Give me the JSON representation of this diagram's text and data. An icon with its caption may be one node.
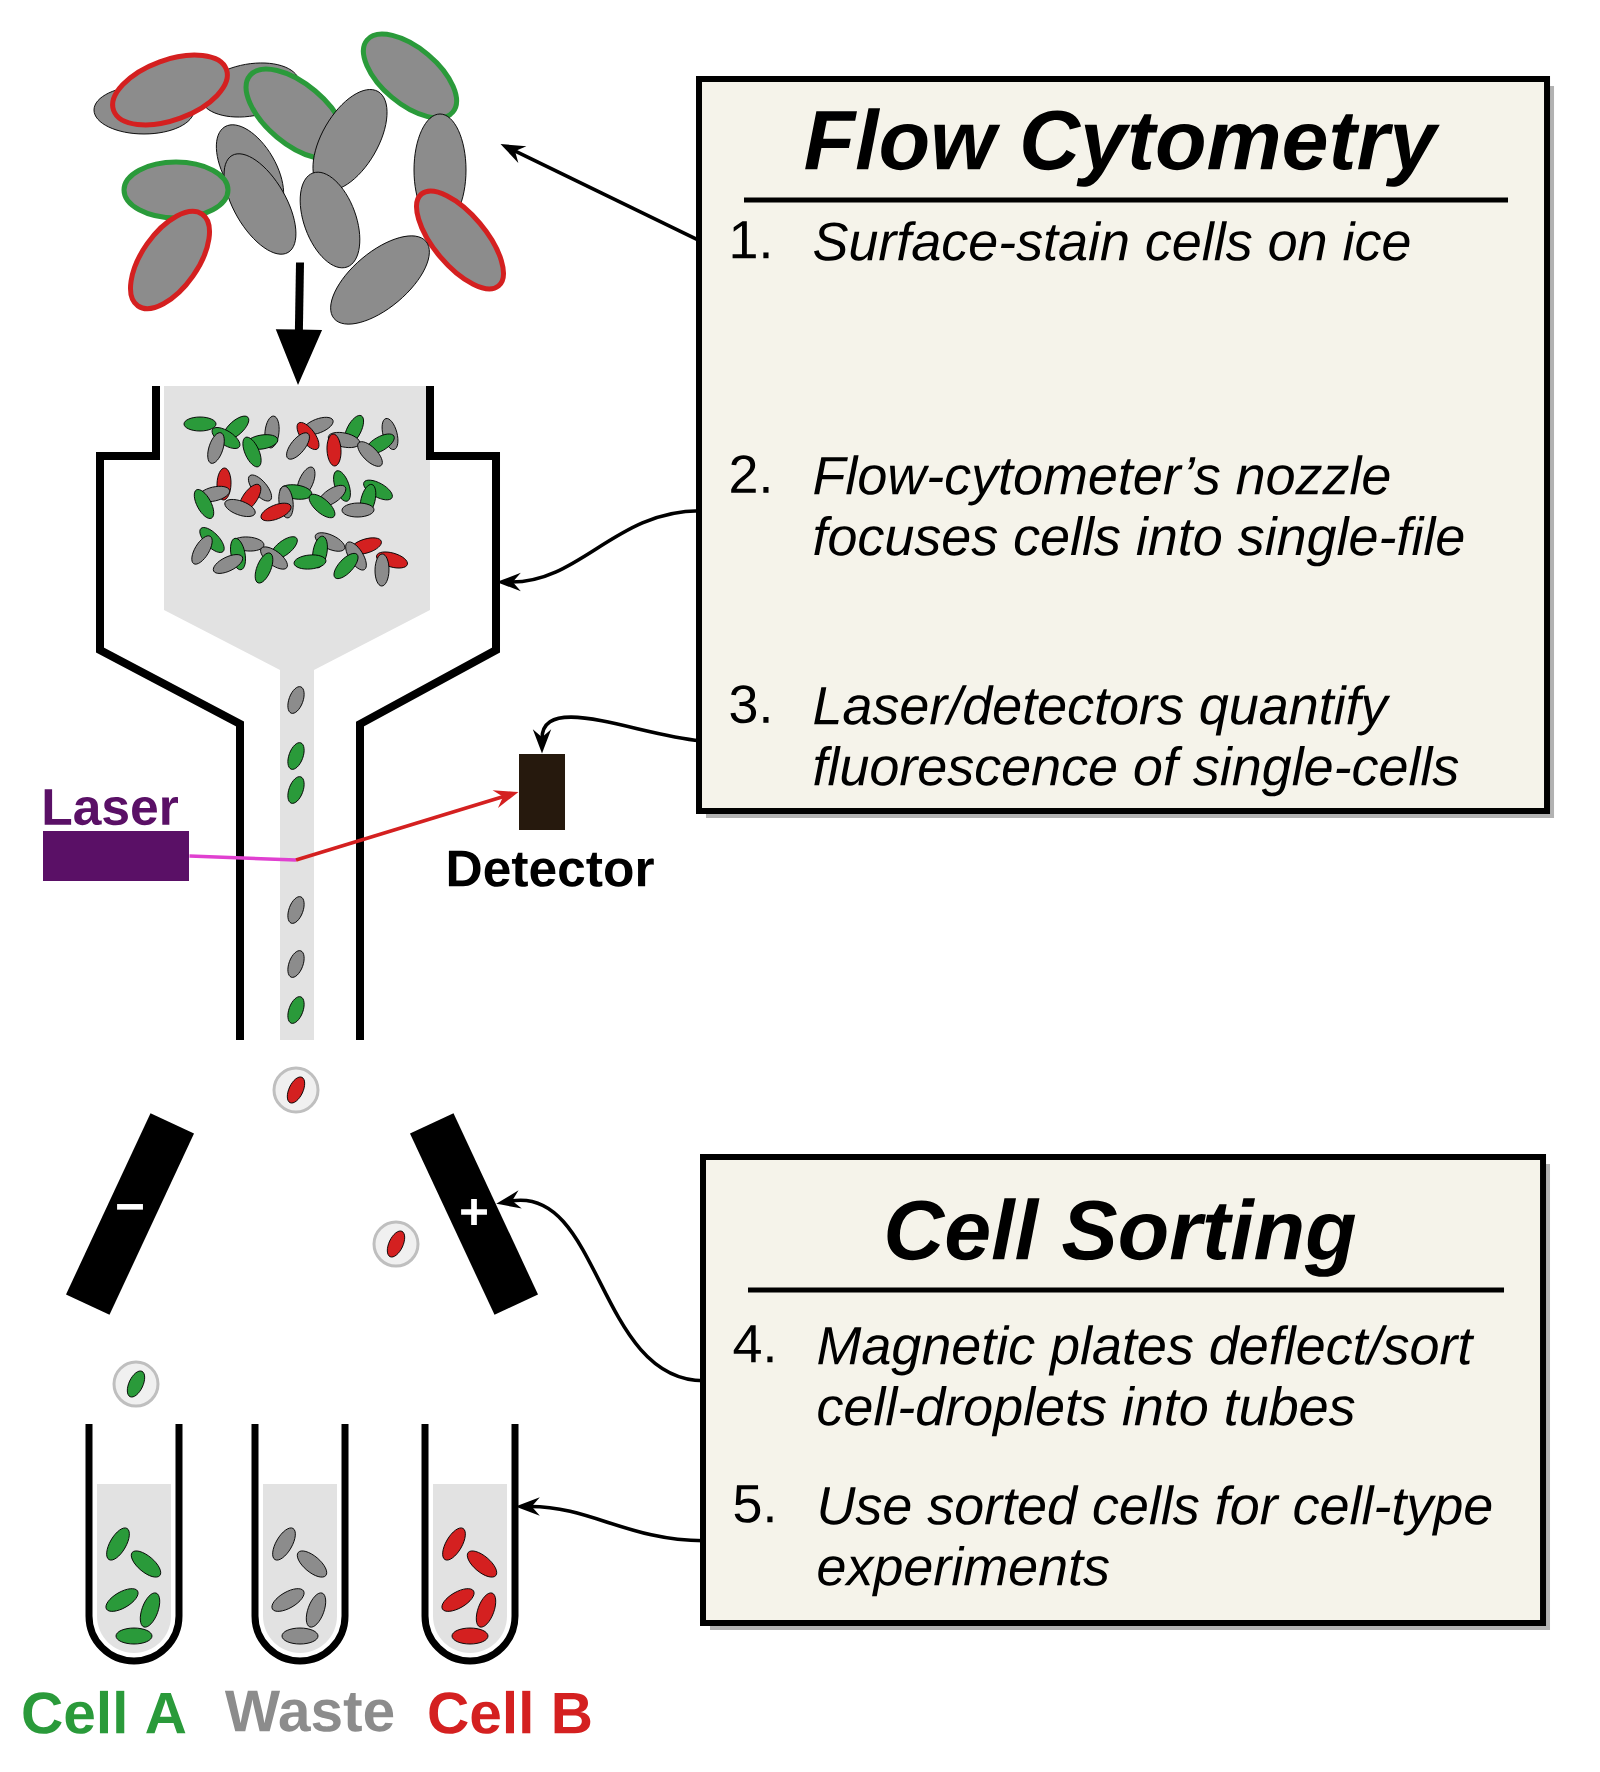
{
  "diagram": {
    "nodes": [
      {
        "text": [],
        "shape": "picture"
      },
      {
        "text": [],
        "shape": "picture"
      },
      {
        "text": [
          "Laser"
        ]
      },
      {
        "text": [
          "Detector"
        ]
      },
      {
        "text": [
          "Flow Cytometry"
        ]
      },
      {
        "text": [
          "1.",
          "Surface-stain cells on ice"
        ],
        "in": 4
      },
      {
        "text": [
          "2.",
          "Flow-cytometer’s nozzle focuses cells into single-file"
        ],
        "in": 4
      },
      {
        "text": [
          "3.",
          "Laser/detectors quantify fluorescence of single-cells"
        ],
        "in": 4
      },
      {
        "text": [
          "−"
        ]
      },
      {
        "text": [
          "+"
        ]
      },
      {
        "text": [
          "Cell Sorting"
        ]
      },
      {
        "text": [
          "4.",
          "Magnetic plates deflect/sort cell-droplets into tubes"
        ],
        "in": 10
      },
      {
        "text": [
          "5.",
          "Use sorted cells for cell-type experiments"
        ],
        "in": 10
      },
      {
        "text": [
          "Cell A"
        ]
      },
      {
        "text": [
          "Waste"
        ]
      },
      {
        "text": [
          "Cell B"
        ]
      }
    ],
    "edges": [
      {
        "from": 5,
        "to": 0,
        "arrow": "to"
      },
      {
        "from": 0,
        "to": 1,
        "arrow": "to",
        "style": "thick"
      },
      {
        "from": 6,
        "to": 1,
        "arrow": "to"
      },
      {
        "from": 7,
        "to": 3,
        "arrow": "to"
      },
      {
        "from": 2,
        "to": 1,
        "arrow": "none",
        "color": "#e040d0"
      },
      {
        "from": 1,
        "to": 3,
        "arrow": "to",
        "color": "#d42020"
      },
      {
        "from": 11,
        "to": 9,
        "arrow": "to"
      },
      {
        "from": 12,
        "to": 15,
        "arrow": "to"
      }
    ]
  }
}
